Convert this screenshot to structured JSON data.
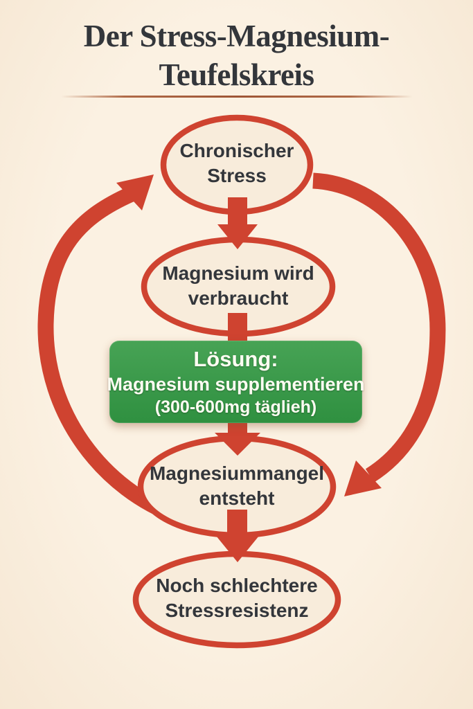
{
  "title": {
    "line1": "Der Stress-Magnesium-",
    "line2": "Teufelskreis"
  },
  "cycle": {
    "node1": {
      "line1": "Chronischer",
      "line2": "Stress"
    },
    "node2": {
      "line1": "Magnesium wird",
      "line2": "verbraucht"
    },
    "node3": {
      "line1": "Magnesiummangel",
      "line2": "entsteht"
    },
    "node4": {
      "line1": "Noch schlechtere",
      "line2": "Stressresistenz"
    }
  },
  "solution": {
    "heading": "Lösung:",
    "line1": "Magnesium supplementieren",
    "line2": "(300-600mg täglieh)"
  },
  "colors": {
    "background": "#faeedd",
    "arrow_red": "#cf4330",
    "node_fill": "#f8ecdb",
    "node_border": "#cf4330",
    "solution_green_top": "#47a355",
    "solution_green_bottom": "#2f9040",
    "solution_text": "#fdfcf2",
    "text_dark": "#33363b",
    "divider": "#9e5535"
  }
}
